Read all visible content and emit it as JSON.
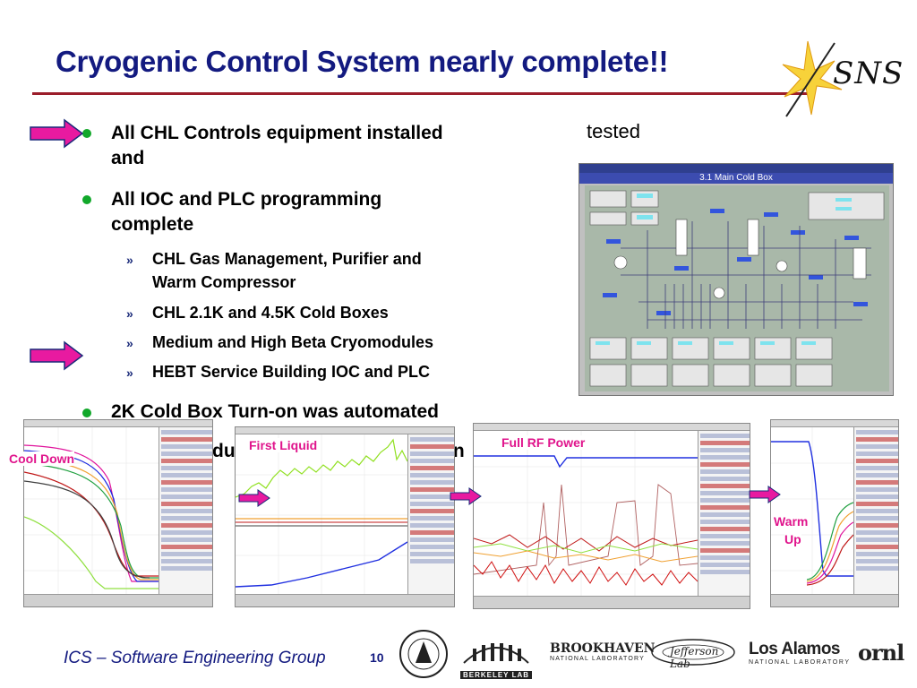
{
  "slide": {
    "title": "Cryogenic Control System nearly complete!!",
    "logo_text": "SNS"
  },
  "bullets": [
    {
      "text_line1": "All CHL Controls equipment installed",
      "text_line2": "and",
      "trailing": "tested"
    },
    {
      "text_line1": "All IOC and PLC programming",
      "text_line2": "complete"
    },
    {
      "text": "2K Cold Box Turn-on was automated"
    }
  ],
  "sub_bullets": [
    {
      "marker": "»",
      "line1": "CHL Gas Management, Purifier and",
      "line2": "Warm Compressor"
    },
    {
      "marker": "»",
      "line1": "CHL 2.1K and 4.5K Cold Boxes"
    },
    {
      "marker": "»",
      "line1": "Medium and High Beta Cryomodules"
    },
    {
      "marker": "»",
      "line1": "HEBT Service Building IOC and PLC"
    }
  ],
  "partial_text": {
    "left": "du",
    "right": "in"
  },
  "screenshot": {
    "header": "3.1 Main Cold Box"
  },
  "plot_labels": {
    "cool_down": "Cool Down",
    "first_liquid": "First Liquid",
    "full_rf_power": "Full RF Power",
    "warm_up_1": "Warm",
    "warm_up_2": "Up"
  },
  "footer": {
    "group": "ICS – Software Engineering Group",
    "page": "10",
    "lab_berkeley": "BERKELEY LAB",
    "lab_brookhaven_1": "BROOKHAVEN",
    "lab_brookhaven_2": "NATIONAL LABORATORY",
    "lab_jefferson": "Jefferson Lab",
    "lab_losalamos_1": "Los Alamos",
    "lab_losalamos_2": "NATIONAL LABORATORY",
    "lab_ornl": "ornl"
  },
  "colors": {
    "title": "#131a80",
    "rule": "#9b1d2a",
    "arrow_fill": "#e81aa0",
    "bullet_dot": "#11a82a",
    "plot_label": "#e0148c"
  }
}
